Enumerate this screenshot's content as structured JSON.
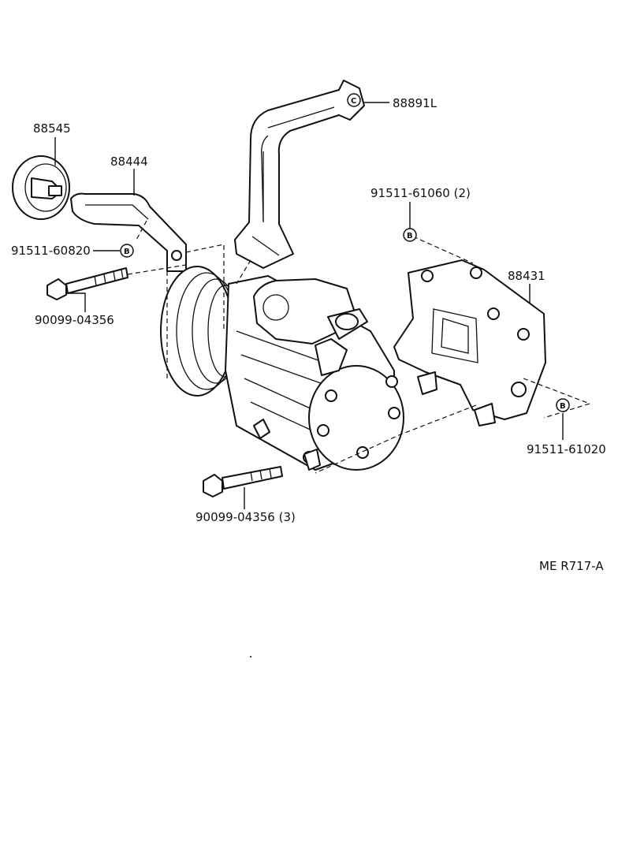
{
  "labels": {
    "p88545": "88545",
    "p88444": "88444",
    "p88891L": "88891L",
    "p91511_61060": "91511-61060 (2)",
    "p91511_60820": "91511-60820",
    "p88431": "88431",
    "p90099_04356_a": "90099-04356",
    "p91511_61020": "91511-61020",
    "p90099_04356_b": "90099-04356 (3)",
    "ref_code": "ME R717-A"
  },
  "markers": {
    "bolt_marker": "B",
    "bracket_marker": "C"
  }
}
